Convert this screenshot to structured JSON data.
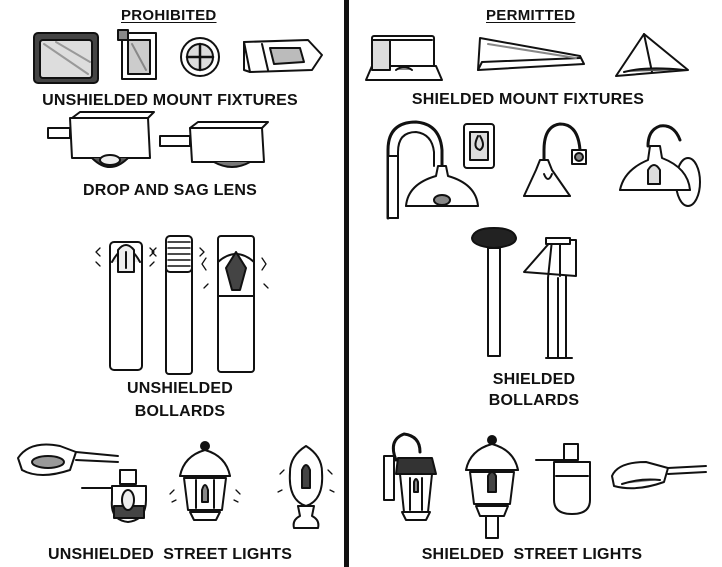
{
  "prohibited": {
    "header": "PROHIBITED",
    "groups": {
      "mount": "UNSHIELDED MOUNT FIXTURES",
      "drop": "DROP AND SAG LENS",
      "bollards_l1": "UNSHIELDED",
      "bollards_l2": "BOLLARDS",
      "street": "UNSHIELDED  STREET LIGHTS"
    }
  },
  "permitted": {
    "header": "PERMITTED",
    "groups": {
      "mount": "SHIELDED MOUNT FIXTURES",
      "bollards_l1": "SHIELDED",
      "bollards_l2": "BOLLARDS",
      "street": "SHIELDED  STREET LIGHTS"
    }
  }
}
